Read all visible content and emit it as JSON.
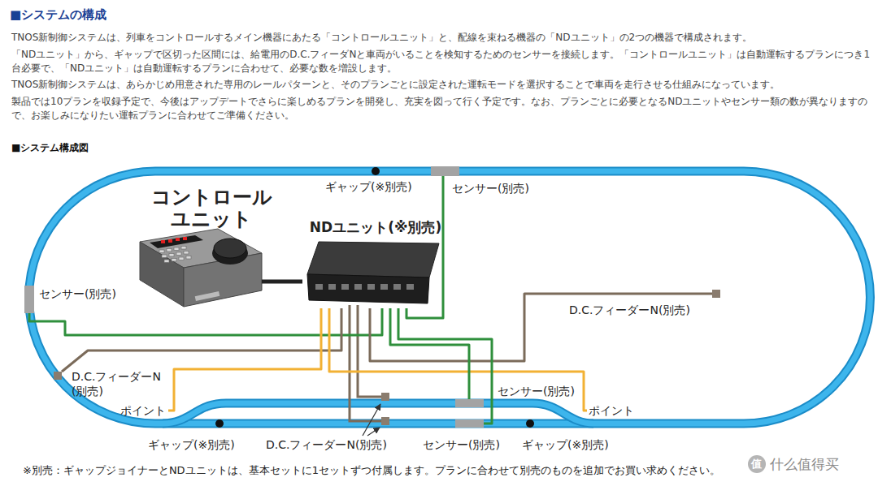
{
  "diagram": {
    "title": "■システムの構成",
    "nodes": [
      {
        "text": [
          "コントロール ユニット"
        ]
      },
      {
        "text": [
          "NDユニット(※別売)"
        ]
      },
      {
        "text": [
          "ギャップ(※別売)"
        ]
      },
      {
        "text": [
          "センサー(別売)"
        ]
      },
      {
        "text": [
          "センサー(別売)"
        ]
      },
      {
        "text": [
          "D.C.フィーダーN(別売)"
        ]
      },
      {
        "text": [
          "D.C.フィーダーN (別売)"
        ]
      },
      {
        "text": [
          "ポイント"
        ]
      },
      {
        "text": [
          "ポイント"
        ]
      },
      {
        "text": [
          "センサー(別売)"
        ]
      },
      {
        "text": [
          "ギャップ(※別売)"
        ]
      },
      {
        "text": [
          "D.C.フィーダーN(別売)"
        ]
      },
      {
        "text": [
          "センサー(別売)"
        ]
      },
      {
        "text": [
          "ギャップ(※別売)"
        ]
      }
    ],
    "edges": [
      {
        "from": 0,
        "to": 1,
        "arrow": "none"
      },
      {
        "from": 1,
        "to": 3,
        "arrow": "none"
      },
      {
        "from": 1,
        "to": 4,
        "arrow": "none"
      },
      {
        "from": 1,
        "to": 5,
        "arrow": "none"
      },
      {
        "from": 1,
        "to": 6,
        "arrow": "none"
      },
      {
        "from": 1,
        "to": 7,
        "arrow": "none"
      },
      {
        "from": 1,
        "to": 8,
        "arrow": "none"
      },
      {
        "from": 1,
        "to": 9,
        "arrow": "none"
      },
      {
        "from": 1,
        "to": 12,
        "arrow": "none"
      }
    ],
    "labels": [
      "TNOS新制御システムは、列車をコントロールするメイン機器にあたる「コントロールユニット」と、配線を束ねる機器の「NDユニット」の2つの機器で構成されます。",
      "「NDユニット」から、ギャップで区切った区間には、給電用のD.C.フィーダNと車両がいることを検知するためのセンサーを接続します。「コントロールユニット」は自動運転するプランにつき1台必要で、「NDユニット」は自動運転するプランに合わせて、必要な数を増設します。",
      "TNOS新制御システムは、あらかじめ用意された専用のレールパターンと、そのプランごとに設定された運転モードを選択することで車両を走行させる仕組みになっています。",
      "製品では10プランを収録予定で、今後はアップデートでさらに楽しめるプランを開発し、充実を図って行く予定です。なお、プランごとに必要となるNDユニットやセンサー類の数が異なりますので、お楽しみになりたい運転プランに合わせてご準備ください。",
      "■システム構成図",
      "※別売：ギャップジョイナーとNDユニットは、基本セットに1セットずつ付属します。プランに合わせて別売のものを追加でお買い求めください。",
      "值",
      "什么值得买"
    ]
  }
}
